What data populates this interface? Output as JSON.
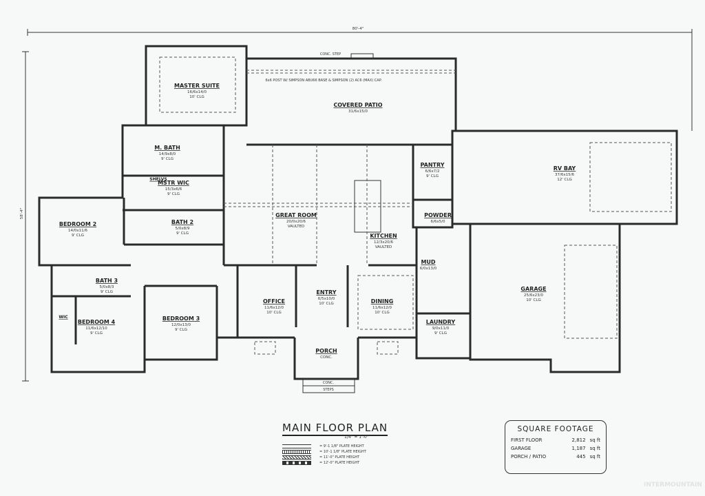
{
  "overall": {
    "width_dim": "80'-4\"",
    "depth_dim": "58'-4\""
  },
  "rooms": [
    {
      "name": "MASTER SUITE",
      "size": "16/6x14/0",
      "ceiling": "10' CLG"
    },
    {
      "name": "COVERED PATIO",
      "size": "31/6x15/0",
      "ceiling": ""
    },
    {
      "name": "M. BATH",
      "size": "14/9x8/0",
      "ceiling": "9' CLG"
    },
    {
      "name": "MSTR WIC",
      "size": "15/3x6/6",
      "ceiling": "9' CLG"
    },
    {
      "name": "BEDROOM 2",
      "size": "14/0x11/6",
      "ceiling": "9' CLG"
    },
    {
      "name": "BATH 2",
      "size": "5/0x8/9",
      "ceiling": "9' CLG"
    },
    {
      "name": "BATH 3",
      "size": "5/0x8/3",
      "ceiling": "9' CLG"
    },
    {
      "name": "BEDROOM 4",
      "size": "11/6x12/10",
      "ceiling": "9' CLG"
    },
    {
      "name": "BEDROOM 3",
      "size": "12/0x13/0",
      "ceiling": "9' CLG"
    },
    {
      "name": "GREAT ROOM",
      "size": "20/0x20/6",
      "ceiling": "VAULTED"
    },
    {
      "name": "KITCHEN",
      "size": "12/3x20/6",
      "ceiling": "VAULTED"
    },
    {
      "name": "PANTRY",
      "size": "6/6x7/2",
      "ceiling": "9' CLG"
    },
    {
      "name": "POWDER",
      "size": "6/6x5/0",
      "ceiling": ""
    },
    {
      "name": "OFFICE",
      "size": "11/6x12/0",
      "ceiling": "10' CLG"
    },
    {
      "name": "ENTRY",
      "size": "6/5x10/0",
      "ceiling": "10' CLG"
    },
    {
      "name": "DINING",
      "size": "11/6x12/0",
      "ceiling": "10' CLG"
    },
    {
      "name": "PORCH",
      "size": "CONC.",
      "ceiling": ""
    },
    {
      "name": "MUD",
      "size": "6/0x13/0",
      "ceiling": ""
    },
    {
      "name": "LAUNDRY",
      "size": "9/0x11/0",
      "ceiling": "9' CLG"
    },
    {
      "name": "RV BAY",
      "size": "37/6x15/6",
      "ceiling": "12' CLG"
    },
    {
      "name": "GARAGE",
      "size": "25/6x23/0",
      "ceiling": "10' CLG"
    }
  ],
  "notes": {
    "conc_step": "CONC. STEP",
    "post": "6x6 POST W/ SIMPSON ABU66 BASE & SIMPSON (2) AC6 (MAX) CAP.",
    "steps_1": "CONC.",
    "steps_2": "STEPS",
    "wic": "WIC",
    "shelves": "SHELVS"
  },
  "title": "MAIN FLOOR PLAN",
  "scale": "1/4\" = 1'-0\"",
  "legend": [
    "= 9'-1 1/8\" PLATE HEIGHT",
    "= 10'-1 1/8\" PLATE HEIGHT",
    "= 11'-0\" PLATE HEIGHT",
    "= 12'-0\" PLATE HEIGHT"
  ],
  "square_footage": {
    "heading": "SQUARE FOOTAGE",
    "rows": [
      {
        "label": "FIRST FLOOR",
        "value": "2,812",
        "unit": "sq ft"
      },
      {
        "label": "GARAGE",
        "value": "1,187",
        "unit": "sq ft"
      },
      {
        "label": "PORCH / PATIO",
        "value": "445",
        "unit": "sq ft"
      }
    ]
  },
  "watermark": "INTERMOUNTAIN"
}
